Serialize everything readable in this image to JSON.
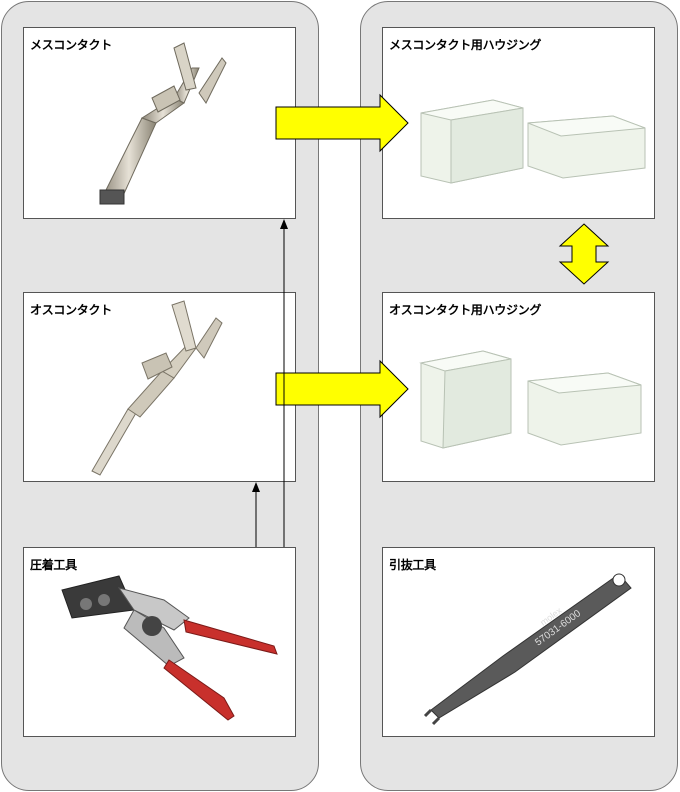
{
  "cards": {
    "female_contact": {
      "title": "メスコンタクト"
    },
    "male_contact": {
      "title": "オスコンタクト"
    },
    "crimp_tool": {
      "title": "圧着工具"
    },
    "female_housing": {
      "title": "メスコンタクト用ハウジング"
    },
    "male_housing": {
      "title": "オスコンタクト用ハウジング"
    },
    "extraction_tool": {
      "title": "引抜工具",
      "tool_brand": "molex",
      "tool_part_no": "57031-6000"
    }
  },
  "colors": {
    "panel": "#e4e4e4",
    "arrow_fill": "#ffff00",
    "crimp_handle": "#c8302c",
    "housing": "#eef3ea",
    "contact_metal": "#b9b2a0"
  }
}
